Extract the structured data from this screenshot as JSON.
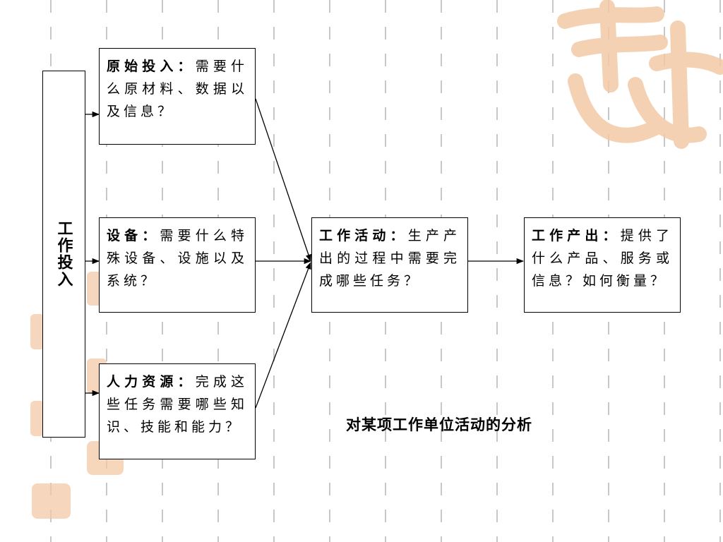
{
  "side_label": "工作投入",
  "nodes": {
    "raw_input": {
      "title": "原始投入：",
      "text": "需要什么原材料、数据以及信息？"
    },
    "equipment": {
      "title": "设备：",
      "text": "需要什么特殊设备、设施以及系统？"
    },
    "human": {
      "title": "人力资源：",
      "text": "完成这些任务需要哪些知识、技能和能力？"
    },
    "activity": {
      "title": "工作活动：",
      "text": "生产产出的过程中需要完成哪些任务？"
    },
    "output": {
      "title": "工作产出：",
      "text": "提供了什么产品、服务或信息？如何衡量？"
    }
  },
  "caption": "对某项工作单位活动的分析",
  "colors": {
    "line": "#000000",
    "grid": "#c8c8c8",
    "watermark": "#f4c9a6"
  }
}
